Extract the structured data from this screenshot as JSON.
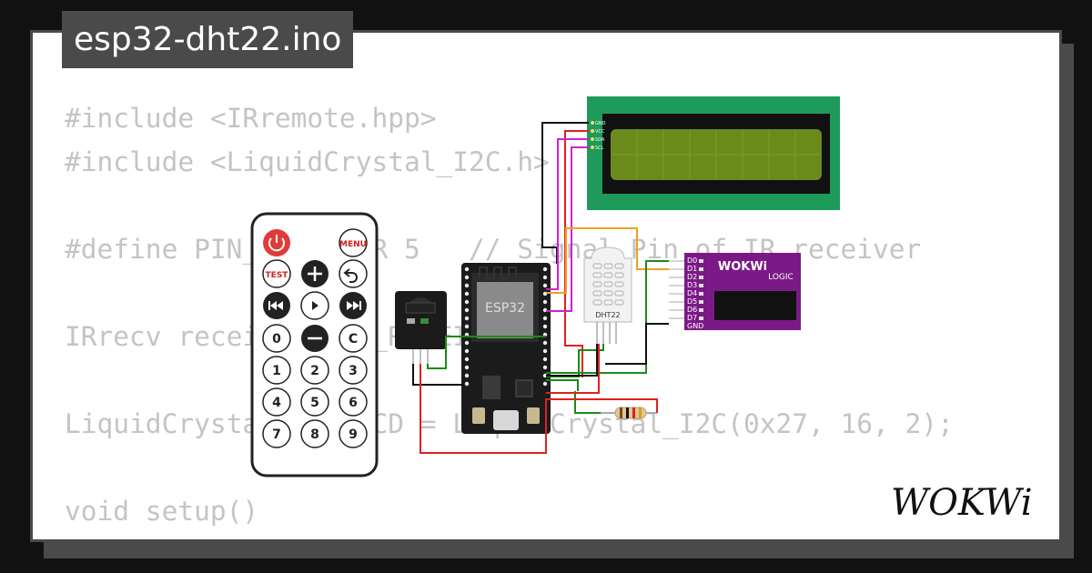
{
  "title": "esp32-dht22.ino",
  "code_lines": [
    "#include <IRremote.hpp>",
    "#include <LiquidCrystal_I2C.h>",
    "",
    "#define PIN_RECEIVER 5   // Signal Pin of IR receiver",
    "",
    "IRrecv receiver(PIN_RECEIVER);",
    "",
    "LiquidCrystal_I2C LCD = LiquidCrystal_I2C(0x27, 16, 2);",
    "",
    "void setup()",
    "{"
  ],
  "remote": {
    "menu_label": "MENU",
    "test_label": "TEST",
    "keys": [
      "0",
      "C",
      "1",
      "2",
      "3",
      "4",
      "5",
      "6",
      "7",
      "8",
      "9"
    ]
  },
  "esp32": {
    "label": "ESP32"
  },
  "dht22": {
    "label": "DHT22"
  },
  "lcd": {
    "pins": [
      "GND",
      "VCC",
      "SDA",
      "SCL"
    ]
  },
  "logic_analyzer": {
    "brand": "WOKWi",
    "label": "LOGIC",
    "pins": [
      "D0",
      "D1",
      "D2",
      "D3",
      "D4",
      "D5",
      "D6",
      "D7",
      "GND"
    ]
  },
  "logo": "WOKWi",
  "colors": {
    "background": "#111111",
    "card": "#ffffff",
    "frame": "#4a4a4a",
    "code_text": "#c4c4c4",
    "lcd_board": "#1e9a5a",
    "lcd_screen": "#6a8a1c",
    "logic_board": "#7b1a86",
    "wire_red": "#e02020",
    "wire_green": "#1a8a1a",
    "wire_black": "#111111",
    "wire_magenta": "#d020d0",
    "wire_orange": "#f0a020",
    "power_button": "#e23a3a"
  }
}
